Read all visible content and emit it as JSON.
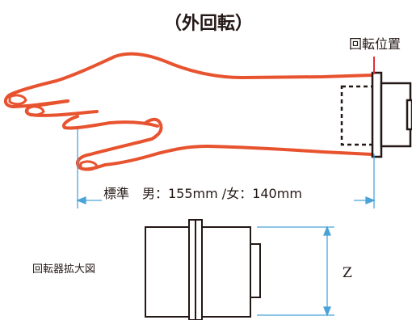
{
  "title": "（外回転）",
  "rotation_position_label": "回転位置",
  "measurement_label": "標準　男：155mm /女：140mm",
  "enlarged_label": "回転器拡大図",
  "z_label": "Z",
  "colors": {
    "hand_outline": "#e8532f",
    "rotation_line": "#e62e3a",
    "dimension": "#4aa3d8",
    "device": "#231815"
  }
}
